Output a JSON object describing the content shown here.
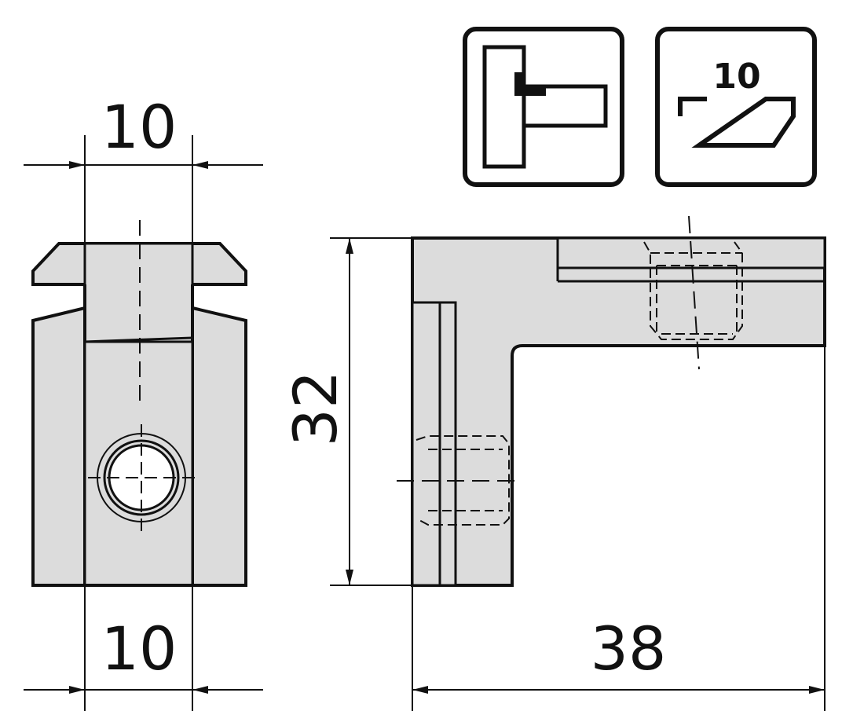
{
  "dimensions": {
    "top_width": "10",
    "bottom_width": "10",
    "height": "32",
    "length": "38"
  },
  "symbols": {
    "slot_icon_label": "10",
    "connector_icon": "t-connector-icon",
    "slot_icon": "slot-profile-icon"
  },
  "colors": {
    "part_fill": "#dcdcdc",
    "line": "#111111",
    "background": "#ffffff"
  }
}
